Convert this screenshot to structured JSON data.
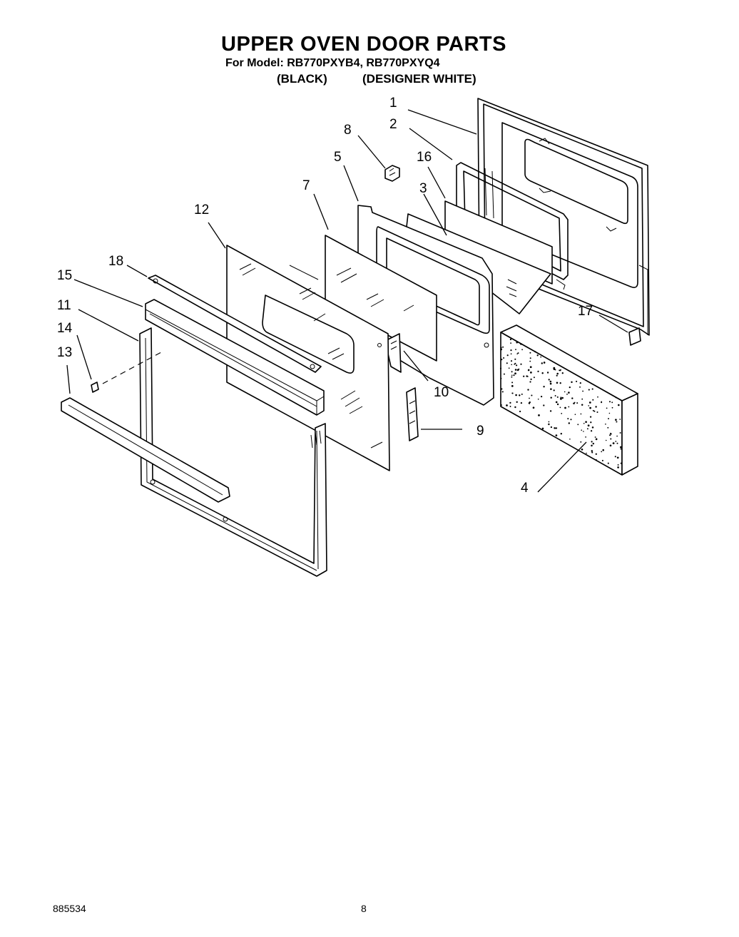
{
  "header": {
    "title": "UPPER OVEN DOOR PARTS",
    "model_line": "For Model: RB770PXYB4, RB770PXYQ4",
    "variant_black": "(BLACK)",
    "variant_white": "(DESIGNER WHITE)"
  },
  "callouts": {
    "c1": "1",
    "c2": "2",
    "c3": "3",
    "c4": "4",
    "c5": "5",
    "c7": "7",
    "c8": "8",
    "c9": "9",
    "c10": "10",
    "c11": "11",
    "c12": "12",
    "c13": "13",
    "c14": "14",
    "c15": "15",
    "c16": "16",
    "c17": "17",
    "c18": "18"
  },
  "footer": {
    "doc_number": "885534",
    "page_number": "8"
  }
}
